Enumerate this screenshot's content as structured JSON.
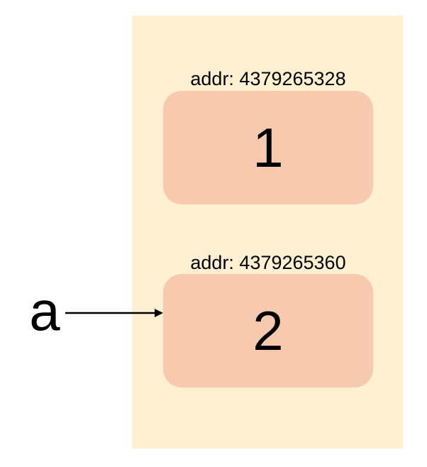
{
  "cells": [
    {
      "address_label": "addr: 4379265328",
      "value": "1"
    },
    {
      "address_label": "addr: 4379265360",
      "value": "2"
    }
  ],
  "variable": {
    "name": "a",
    "points_to_cell": 2
  },
  "colors": {
    "memory_background": "#fef0d0",
    "cell_fill": "#f7c9ae",
    "arrow": "#000000"
  }
}
